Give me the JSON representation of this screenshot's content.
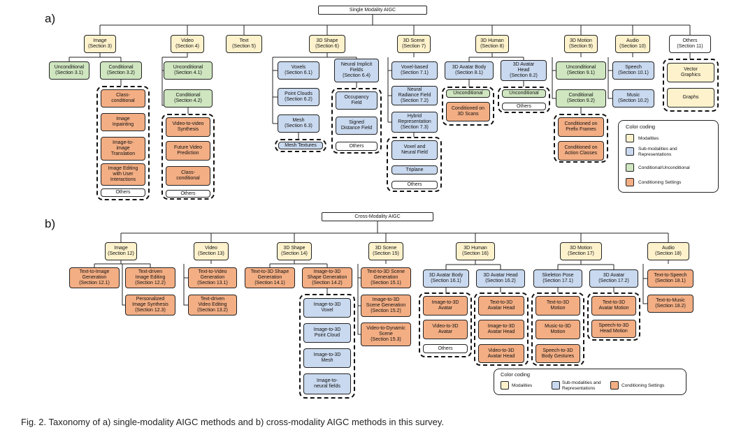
{
  "panels": [
    {
      "label": "a)",
      "root": "Single Modality AIGC"
    },
    {
      "label": "b)",
      "root": "Cross-Modality AIGC"
    }
  ],
  "nodes_a": {
    "image": "Image\n(Section 3)",
    "video": "Video\n(Section 4)",
    "text": "Text\n(Section 5)",
    "shape": "3D Shape\n(Section 6)",
    "scene": "3D Scene\n(Section 7)",
    "human": "3D Human\n(Section 8)",
    "motion": "3D Motion\n(Section 9)",
    "audio": "Audio\n(Section 10)",
    "others": "Others\n(Section 11)",
    "img_uncond": "Unconditional\n(Section 3.1)",
    "img_cond": "Conditional\n(Section 3.2)",
    "img_class": "Class-\nconditional",
    "img_inpaint": "Image\nInpainting",
    "img_i2i": "Image-to-\nimage\nTranslation",
    "img_edit": "Image Editing\nwith User\nInteractions",
    "img_others": "Others",
    "vid_uncond": "Unconditional\n(Section 4.1)",
    "vid_cond": "Conditional\n(Section 4.2)",
    "vid_v2v": "Video-to-video\nSynthesis",
    "vid_future": "Future Video\nPrediction",
    "vid_class": "Class-\nconditional",
    "vid_others": "Others",
    "voxels": "Voxels\n(Section 6.1)",
    "pointclouds": "Point Clouds\n(Section 6.2)",
    "mesh": "Mesh\n(Section 6.3)",
    "meshtex": "Mesh Textures",
    "nif": "Neural Implicit\nFields\n(Section 6.4)",
    "occupancy": "Occupancy\nField",
    "sdf": "Signed\nDistance Field",
    "shape_others": "Others",
    "voxelbased": "Voxel-based\n(Section 7.1)",
    "nrf": "Neural\nRadiance Field\n(Section 7.2)",
    "hybrid": "Hybrid\nRepresentation\n(Section 7.3)",
    "voxelneural": "Voxel and\nNeural Field",
    "triplane": "Triplane",
    "scene_others": "Others",
    "avbody": "3D Avatar Body\n(Section 8.1)",
    "avhead": "3D Avatar\nHead\n(Section 8.2)",
    "body_uncond": "Unconditional",
    "body_scans": "Conditioned on\n3D Scans",
    "head_uncond": "Unconditional",
    "head_others": "Others",
    "mot_uncond": "Unconditional\n(Section 9.1)",
    "mot_cond": "Conditional\n(Section 9.2)",
    "mot_prefix": "Conditioned on\nPrefix Frames",
    "mot_action": "Conditioned on\nAction Classes",
    "speech": "Speech\n(Section 10.1)",
    "music": "Music\n(Section 10.2)",
    "vector": "Vector\nGraphics",
    "graphs": "Graphs"
  },
  "nodes_b": {
    "image": "Image\n(Section 12)",
    "video": "Video\n(Section 13)",
    "shape": "3D Shape\n(Section 14)",
    "scene": "3D Scene\n(Section 15)",
    "human": "3D Human\n(Section 16)",
    "motion": "3D Motion\n(Section 17)",
    "audio": "Audio\n(Section 18)",
    "t2i": "Text-to-Image\nGeneration\n(Section 12.1)",
    "tdie": "Text-driven\nImage Editing\n(Section 12.2)",
    "pis": "Personalized\nImage Synthesis\n(Section 12.3)",
    "t2v": "Text-to-Video\nGeneration\n(Section 13.1)",
    "tdve": "Text-driven\nVideo Editing\n(Section 13.2)",
    "t2s": "Text-to-3D Shape\nGeneration\n(Section 14.1)",
    "i2s": "Image-to-3D\nShape Generation\n(Section 14.2)",
    "i2voxel": "Image-to-3D\nVoxel",
    "i2pc": "Image-to-3D\nPoint Cloud",
    "i2mesh": "Image-to-3D\nMesh",
    "i2nf": "Image-to-\nneural fields",
    "t2scene": "Text-to-3D Scene\nGeneration\n(Section 15.1)",
    "i2scene": "Image-to-3D\nScene Generation\n(Section 15.2)",
    "v2scene": "Video-to-Dynamic\nScene\n(Section 15.3)",
    "avbody": "3D Avatar Body\n(Section 16.1)",
    "avhead": "3D Avatar Head\n(Section 16.2)",
    "i2av": "Image-to-3D\nAvatar",
    "v2av": "Video-to-3D\nAvatar",
    "av_others": "Others",
    "t2head": "Text-to-3D\nAvatar Head",
    "i2head": "Image-to-3D\nAvatar Head",
    "v2head": "Video-to-3D\nAvatar Head",
    "skel": "Skeleton Pose\n(Section 17.1)",
    "avmot": "3D Avatar\n(Section 17.2)",
    "t2m": "Text-to-3D\nMotion",
    "m2m": "Music-to-3D\nMotion",
    "s2g": "Speech-to-3D\nBody Gestures",
    "t2am": "Text-to-3D\nAvatar Motion",
    "s2hm": "Speech-to-3D\nHead Motion",
    "tts": "Text-to-Speech\n(Section 18.1)",
    "ttm": "Text-to-Music\n(Section 18.2)"
  },
  "legend": {
    "title": "Color coding",
    "modalities": "Modalities",
    "sub": "Sub-modalities and\nRepresentations",
    "cond": "Conditional/Unconditional",
    "settings": "Conditioning Settings"
  },
  "colors": {
    "modality": "#fdf2cc",
    "sub": "#c9d9ef",
    "conditional": "#cfe6c0",
    "setting": "#f3ae84"
  },
  "caption": "Fig. 2.  Taxonomy of a) single-modality AIGC methods and b) cross-modality AIGC methods in this survey."
}
